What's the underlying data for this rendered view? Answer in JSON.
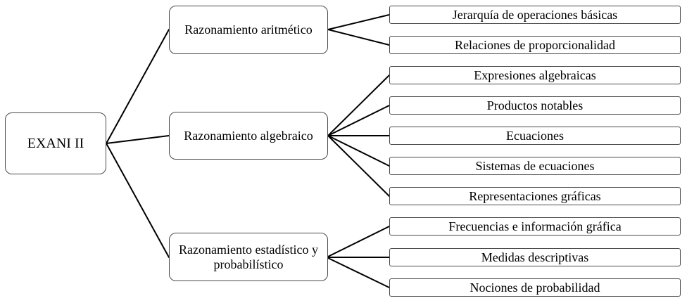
{
  "diagram": {
    "root": {
      "label": "EXANI II"
    },
    "branches": [
      {
        "label": "Razonamiento aritmético",
        "children": [
          "Jerarquía de operaciones básicas",
          "Relaciones de proporcionalidad"
        ]
      },
      {
        "label": "Razonamiento algebraico",
        "children": [
          "Expresiones algebraicas",
          "Productos notables",
          "Ecuaciones",
          "Sistemas de ecuaciones",
          "Representaciones gráficas"
        ]
      },
      {
        "label": "Razonamiento estadístico y probabilístico",
        "children": [
          "Frecuencias e información gráfica",
          "Medidas descriptivas",
          "Nociones de probabilidad"
        ]
      }
    ],
    "colors": {
      "line": "#000000",
      "box_border": "#4a4a4a",
      "text": "#000000",
      "background": "#ffffff"
    }
  }
}
